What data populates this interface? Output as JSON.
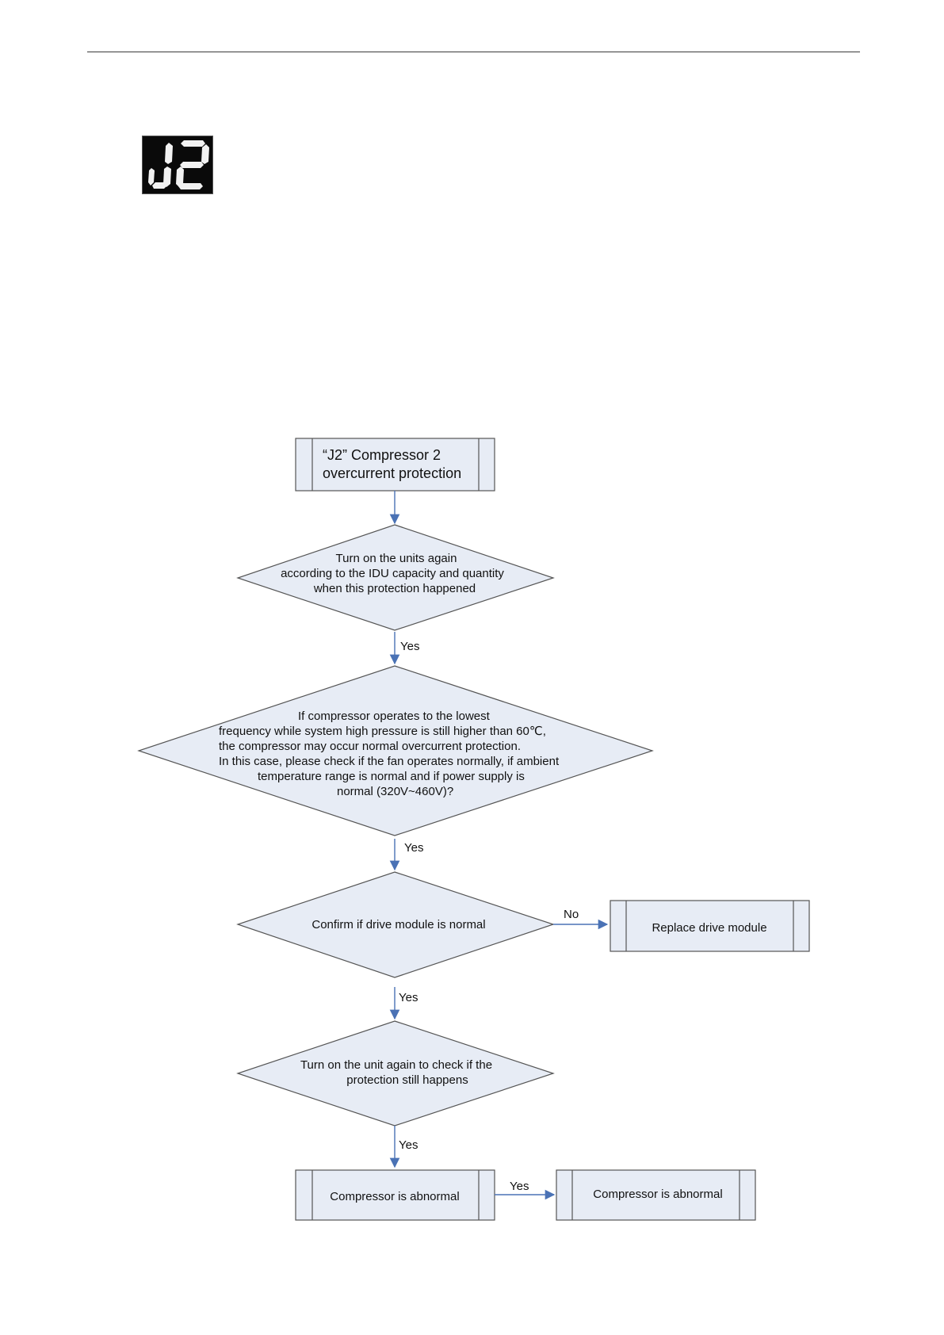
{
  "display": {
    "code": "J2"
  },
  "colors": {
    "shape_fill": "#e7ecf5",
    "shape_stroke": "#555555",
    "arrow": "#4a72b5",
    "text": "#111111"
  },
  "flowchart": {
    "start": {
      "lines": [
        "“J2” Compressor 2",
        "overcurrent protection"
      ]
    },
    "d1": {
      "lines": [
        "Turn on the units again",
        "according to the IDU capacity and quantity",
        "when this protection happened"
      ]
    },
    "d2": {
      "lines": [
        "If compressor operates to the lowest",
        "frequency while system high pressure is still higher than 60℃,",
        "the compressor may occur normal overcurrent protection.",
        "In this case, please check if the fan operates normally, if ambient",
        "temperature range is normal and if power supply is",
        "normal (320V~460V)?"
      ]
    },
    "d3": {
      "lines": [
        "Confirm if drive module is normal"
      ]
    },
    "replace": {
      "lines": [
        "Replace drive module"
      ]
    },
    "d4": {
      "lines": [
        "Turn on the unit again to check if the",
        "protection still happens"
      ]
    },
    "comp1": {
      "lines": [
        "Compressor is abnormal"
      ]
    },
    "comp2": {
      "lines": [
        "Compressor is abnormal"
      ]
    },
    "labels": {
      "yes1": "Yes",
      "yes2": "Yes",
      "no3": "No",
      "yes3": "Yes",
      "yes4": "Yes",
      "yes5": "Yes"
    }
  }
}
